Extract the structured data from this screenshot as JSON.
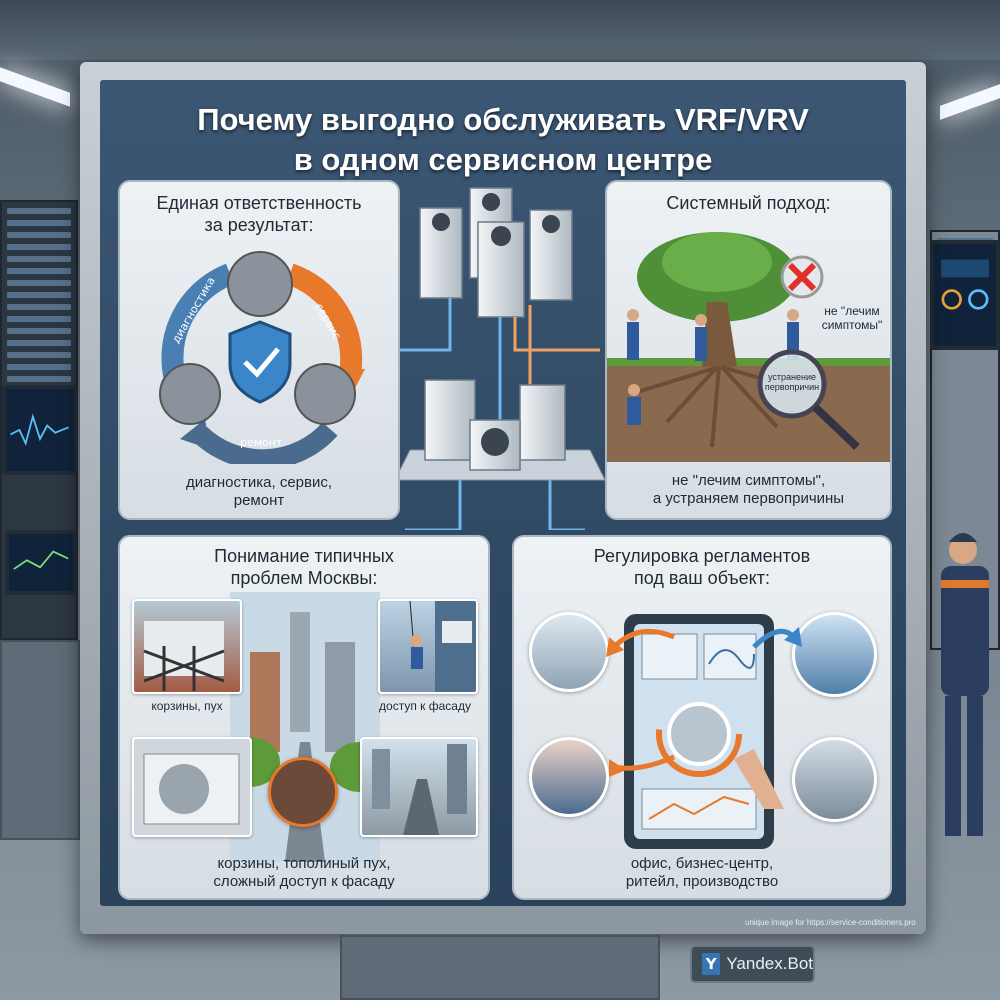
{
  "title": {
    "line1": "Почему выгодно обслуживать VRF/VRV",
    "line2": "в одном сервисном центре"
  },
  "panels": {
    "responsibility": {
      "heading_line1": "Единая ответственность",
      "heading_line2": "за результат:",
      "cycle_labels": [
        "диагностика",
        "сервис",
        "ремонт"
      ],
      "caption_line1": "диагностика, сервис,",
      "caption_line2": "ремонт"
    },
    "system": {
      "heading": "Системный подход:",
      "badge_line1": "не \"лечим",
      "badge_line2": "симптомы\"",
      "magnifier_line1": "устранение",
      "magnifier_line2": "первопричин",
      "caption_line1": "не \"лечим симптомы\",",
      "caption_line2": "а устраняем первопричины"
    },
    "moscow": {
      "heading_line1": "Понимание типичных",
      "heading_line2": "проблем Москвы:",
      "label_baskets": "корзины, пух",
      "label_facade": "доступ к фасаду",
      "caption_line1": "корзины, тополиный пух,",
      "caption_line2": "сложный доступ к фасаду"
    },
    "regulations": {
      "heading_line1": "Регулировка регламентов",
      "heading_line2": "под ваш объект:",
      "caption_line1": "офис, бизнес-центр,",
      "caption_line2": "ритейл, производство"
    }
  },
  "watermark": "unique image for https://service-conditioners.pro",
  "badge": {
    "logo": "Y",
    "text": "Yandex.Bot"
  },
  "colors": {
    "board": "#34506d",
    "panel": "#e6ebef",
    "accent_orange": "#e8782a",
    "accent_blue": "#3b86c9",
    "text": "#1e2a35"
  }
}
